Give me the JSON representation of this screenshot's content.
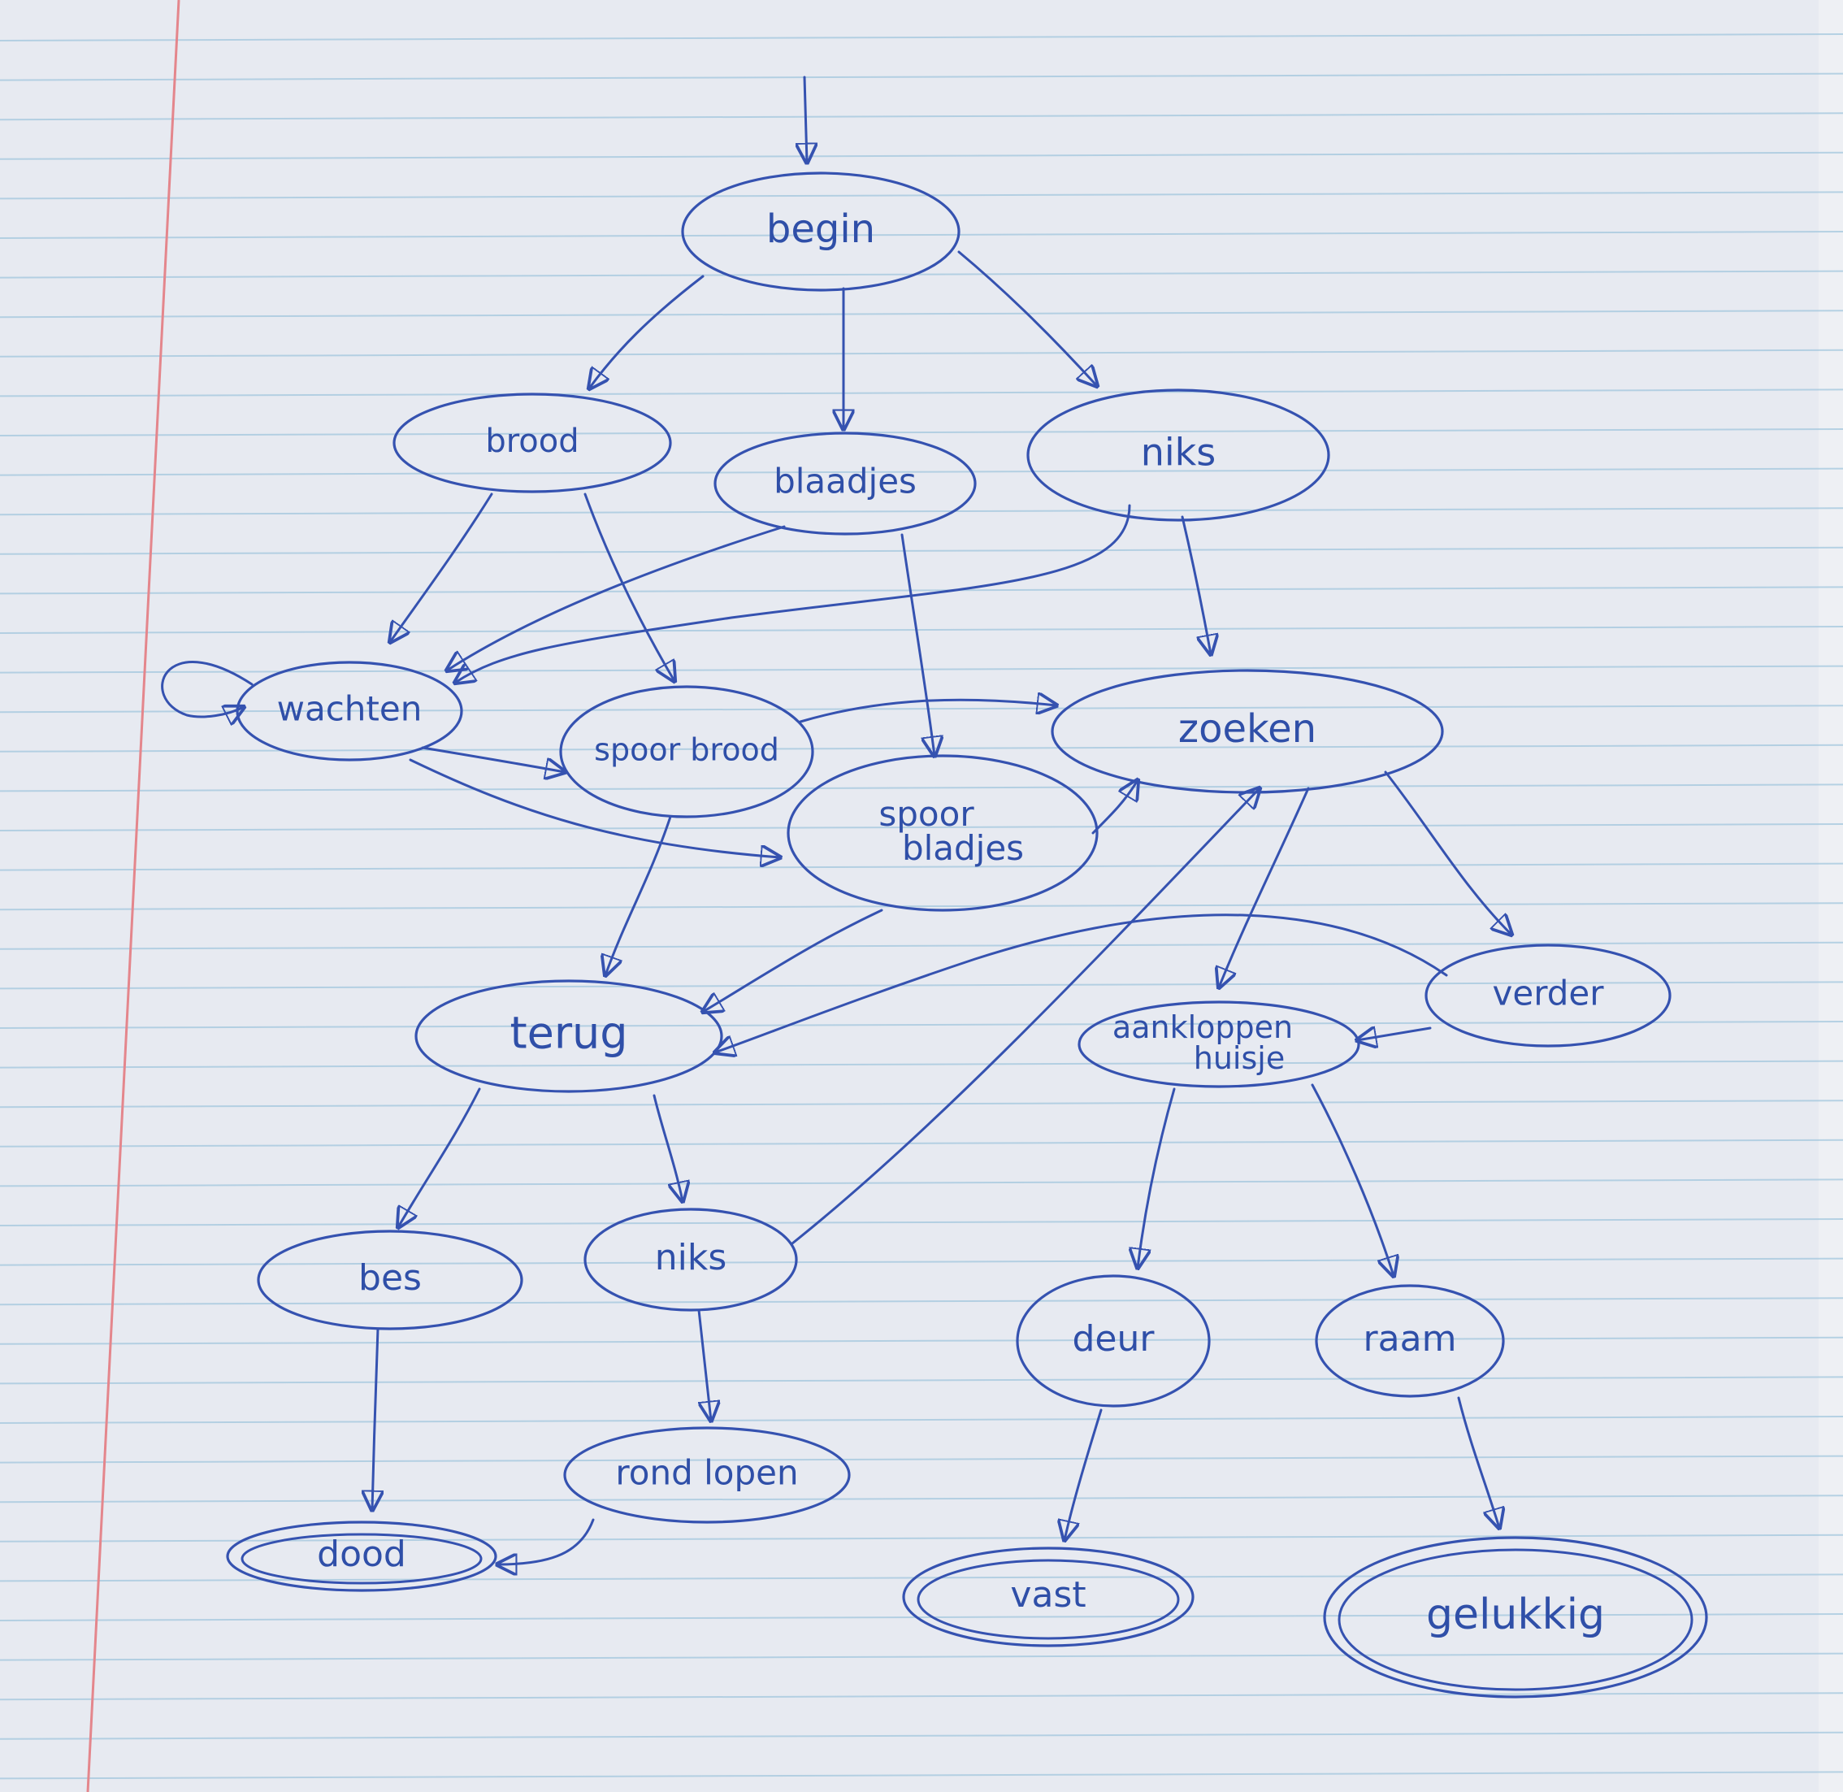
{
  "diagram": {
    "ink_color": "#3552b0",
    "margin_color": "#e4868c",
    "rule_color": "#9ec5dc",
    "nodes": [
      {
        "id": "begin",
        "label": "begin",
        "final": false
      },
      {
        "id": "brood",
        "label": "brood",
        "final": false
      },
      {
        "id": "blaadjes",
        "label": "blaadjes",
        "final": false
      },
      {
        "id": "niks1",
        "label": "niks",
        "final": false
      },
      {
        "id": "wachten",
        "label": "wachten",
        "final": false
      },
      {
        "id": "spoorbrood",
        "label": "spoor brood",
        "final": false
      },
      {
        "id": "zoeken",
        "label": "zoeken",
        "final": false
      },
      {
        "id": "spoorbladjes",
        "label": "spoor bladjes",
        "final": false
      },
      {
        "id": "terug",
        "label": "terug",
        "final": false
      },
      {
        "id": "verder",
        "label": "verder",
        "final": false
      },
      {
        "id": "aankloppen",
        "label": "aankloppen huisje",
        "final": false
      },
      {
        "id": "bes",
        "label": "bes",
        "final": false
      },
      {
        "id": "niks2",
        "label": "niks",
        "final": false
      },
      {
        "id": "deur",
        "label": "deur",
        "final": false
      },
      {
        "id": "raam",
        "label": "raam",
        "final": false
      },
      {
        "id": "rondlopen",
        "label": "rond lopen",
        "final": false
      },
      {
        "id": "dood",
        "label": "dood",
        "final": true
      },
      {
        "id": "vast",
        "label": "vast",
        "final": true
      },
      {
        "id": "gelukkig",
        "label": "gelukkig",
        "final": true
      }
    ],
    "edges": [
      {
        "from": "start",
        "to": "begin"
      },
      {
        "from": "begin",
        "to": "brood"
      },
      {
        "from": "begin",
        "to": "blaadjes"
      },
      {
        "from": "begin",
        "to": "niks1"
      },
      {
        "from": "brood",
        "to": "wachten"
      },
      {
        "from": "brood",
        "to": "spoorbrood"
      },
      {
        "from": "blaadjes",
        "to": "wachten"
      },
      {
        "from": "blaadjes",
        "to": "spoorbladjes"
      },
      {
        "from": "niks1",
        "to": "wachten"
      },
      {
        "from": "niks1",
        "to": "zoeken"
      },
      {
        "from": "wachten",
        "to": "wachten"
      },
      {
        "from": "wachten",
        "to": "spoorbrood"
      },
      {
        "from": "wachten",
        "to": "spoorbladjes"
      },
      {
        "from": "spoorbrood",
        "to": "zoeken"
      },
      {
        "from": "spoorbrood",
        "to": "terug"
      },
      {
        "from": "spoorbladjes",
        "to": "zoeken"
      },
      {
        "from": "spoorbladjes",
        "to": "terug"
      },
      {
        "from": "zoeken",
        "to": "aankloppen"
      },
      {
        "from": "zoeken",
        "to": "verder"
      },
      {
        "from": "verder",
        "to": "aankloppen"
      },
      {
        "from": "verder",
        "to": "terug"
      },
      {
        "from": "terug",
        "to": "bes"
      },
      {
        "from": "terug",
        "to": "niks2"
      },
      {
        "from": "niks2",
        "to": "zoeken"
      },
      {
        "from": "niks2",
        "to": "rondlopen"
      },
      {
        "from": "bes",
        "to": "dood"
      },
      {
        "from": "rondlopen",
        "to": "dood"
      },
      {
        "from": "aankloppen",
        "to": "deur"
      },
      {
        "from": "aankloppen",
        "to": "raam"
      },
      {
        "from": "deur",
        "to": "vast"
      },
      {
        "from": "raam",
        "to": "gelukkig"
      }
    ]
  }
}
